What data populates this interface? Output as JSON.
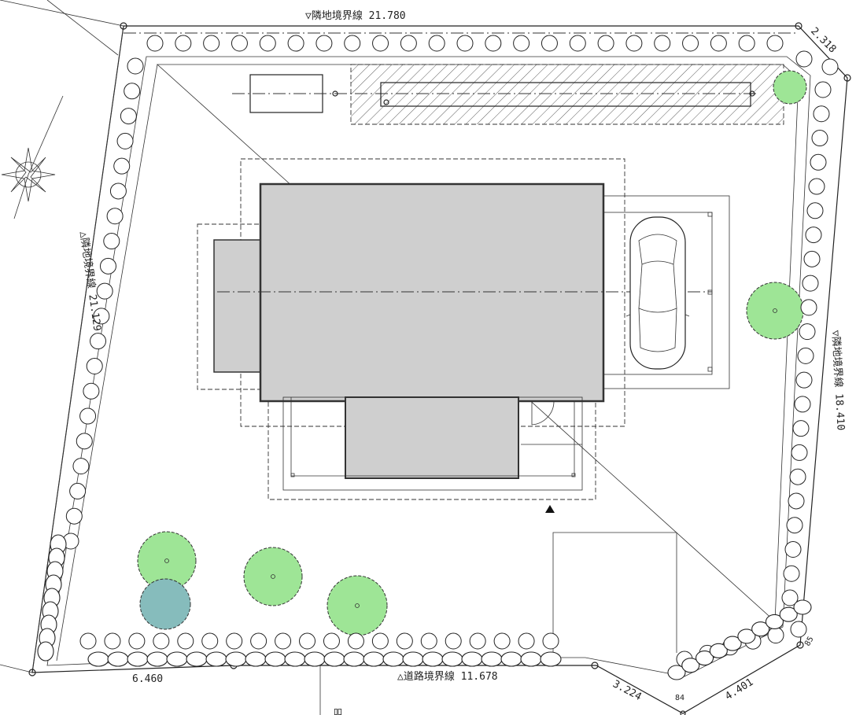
{
  "colors": {
    "building": "#cfcfcf",
    "tree_green": "#9ee596",
    "tree_teal": "#86bcbc",
    "line": "#222222"
  },
  "boundary_labels": {
    "north": "▽隣地境界線 21.780",
    "north_east": "2.318",
    "west": "△隣地境界線 21.129",
    "east": "▽隣地境界線 18.410",
    "road": "△道路境界線 11.678",
    "south_west": "6.460",
    "south_east_a": "3.224",
    "south_east_b": "4.401",
    "corner_a": "85",
    "corner_b": "84"
  },
  "misc_text": {
    "bottom_fragment": "吅"
  },
  "icons": {
    "compass": "compass-rose-icon",
    "car": "car-top-view-icon",
    "entrance": "entrance-triangle-icon"
  }
}
